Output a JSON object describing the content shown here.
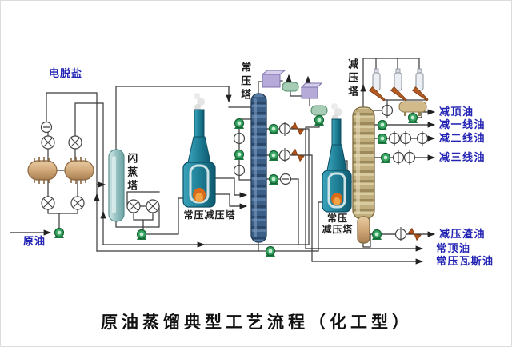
{
  "title": "原油蒸馏典型工艺流程（化工型）",
  "labels": {
    "electric_desalting": "电脱盐",
    "crude_oil": "原油",
    "flash_tower": "闪蒸塔",
    "furnace1": "常压减压塔",
    "atm_tower": "常压塔",
    "furnace2_line1": "常压",
    "furnace2_line2": "减压塔",
    "vac_tower": "减压塔"
  },
  "outputs": [
    "减顶油",
    "减一线油",
    "减二线油",
    "减三线油",
    "减压渣油",
    "常顶油",
    "常压瓦斯油"
  ],
  "colors": {
    "pipe": "#3a3a3a",
    "label_blue": "#2424b4",
    "pump_green": "#34a35e",
    "furnace_teal": "#1f7f96",
    "tower_blue": "#3c5f88",
    "vessel_tan": "#cdb083",
    "condenser_purple": "#b5aad8",
    "flame_orange": "#d86a1a",
    "valve_red": "#b0521c"
  }
}
